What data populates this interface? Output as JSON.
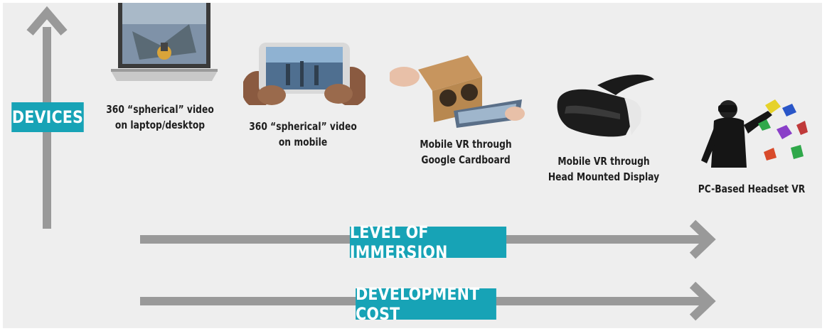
{
  "tags": {
    "devices": "DEVICES",
    "level_of_immersion": "LEVEL OF IMMERSION",
    "development_cost": "DEVELOPMENT COST"
  },
  "devices": [
    {
      "caption": "360 “spherical” video\non laptop/desktop",
      "icon": "laptop-image"
    },
    {
      "caption": "360 “spherical” video\non mobile",
      "icon": "smartphone-image"
    },
    {
      "caption": "Mobile VR through\nGoogle Cardboard",
      "icon": "cardboard-viewer-image"
    },
    {
      "caption": "Mobile VR through\nHead Mounted Display",
      "icon": "hmd-headset-image"
    },
    {
      "caption": "PC-Based Headset VR",
      "icon": "pc-vr-user-image"
    }
  ],
  "colors": {
    "accent": "#17a3b6",
    "arrow": "#999999",
    "background": "#eeeeee"
  }
}
